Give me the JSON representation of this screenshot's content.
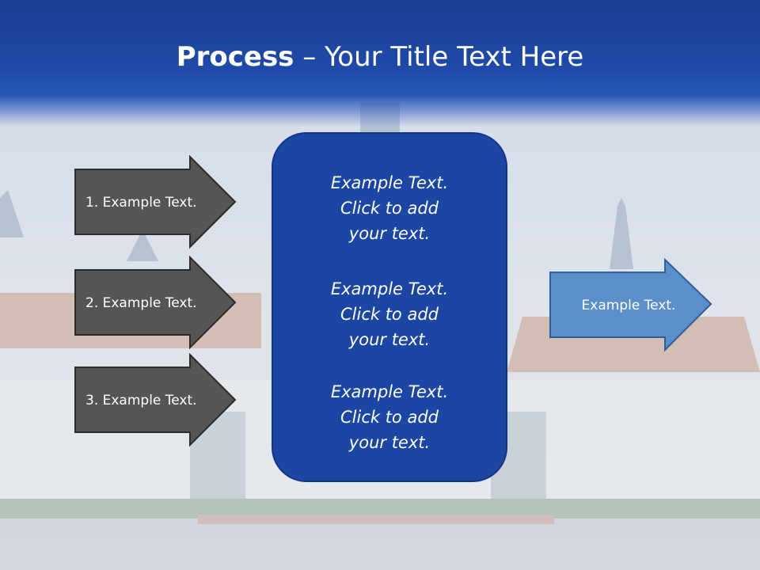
{
  "title": {
    "bold": "Process",
    "rest": " – Your Title Text Here"
  },
  "steps": [
    {
      "label": "1. Example Text."
    },
    {
      "label": "2. Example Text."
    },
    {
      "label": "3. Example Text."
    }
  ],
  "center_blocks": [
    {
      "lines": [
        "Example Text.",
        "Click  to add",
        "your text."
      ]
    },
    {
      "lines": [
        "Example Text.",
        "Click  to add",
        "your text."
      ]
    },
    {
      "lines": [
        "Example Text.",
        "Click  to add",
        "your text."
      ]
    }
  ],
  "output": {
    "label": "Example Text."
  },
  "colors": {
    "header": "#1f4aa8",
    "step_arrow_fill": "#555555",
    "step_arrow_stroke": "#2b2b2b",
    "center_box": "#1b46a3",
    "output_arrow_fill": "#5b8fc9",
    "output_arrow_stroke": "#2e5f9a"
  }
}
